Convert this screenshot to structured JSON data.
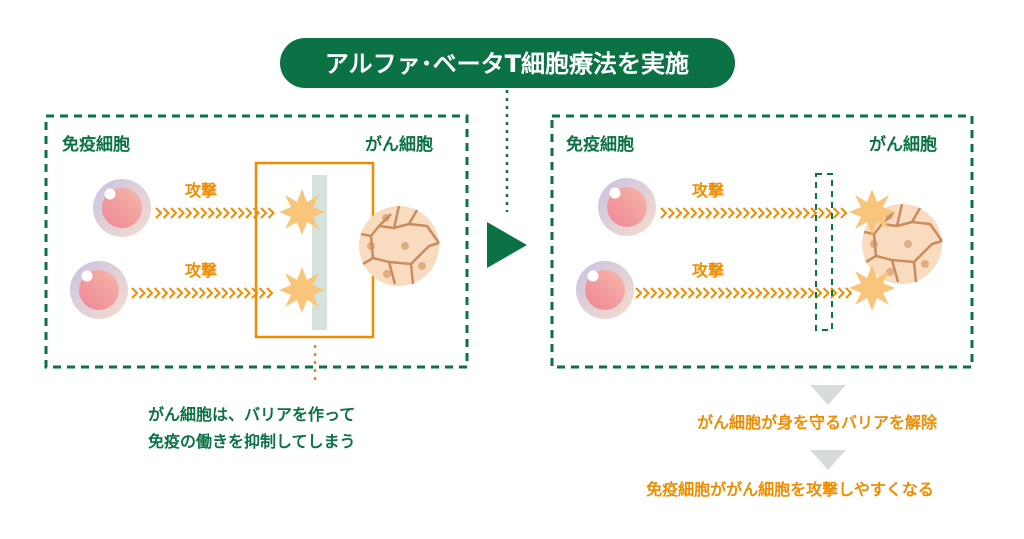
{
  "title": "アルファ･ベータT細胞療法を実施",
  "colors": {
    "green": "#0b7245",
    "orange": "#f08c00",
    "barrier": "#d6e3dc",
    "star": "#f8c57a",
    "cancer": "#f9dcc0"
  },
  "before": {
    "immune_label": "免疫細胞",
    "cancer_label": "がん細胞",
    "attack_labels": [
      "攻撃",
      "攻撃"
    ],
    "note_lines": [
      "がん細胞は、バリアを作って",
      "免疫の働きを抑制してしまう"
    ]
  },
  "after": {
    "immune_label": "免疫細胞",
    "cancer_label": "がん細胞",
    "attack_labels": [
      "攻撃",
      "攻撃"
    ],
    "results": [
      "がん細胞が身を守るバリアを解除",
      "免疫細胞ががん細胞を攻撃しやすくなる"
    ]
  }
}
